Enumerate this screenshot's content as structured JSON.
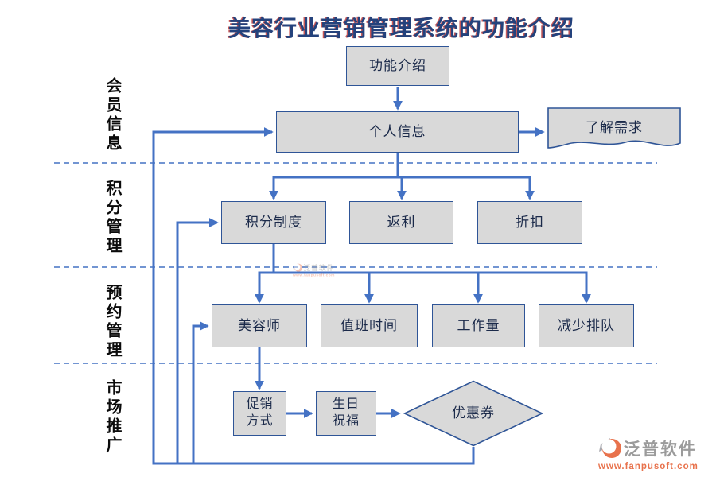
{
  "title": "美容行业营销管理系统的功能介绍",
  "sections": [
    {
      "id": "member-info",
      "label": "会员信息"
    },
    {
      "id": "points-management",
      "label": "积分管理"
    },
    {
      "id": "booking-management",
      "label": "预约管理"
    },
    {
      "id": "marketing",
      "label": "市场推广"
    }
  ],
  "nodes": {
    "intro": {
      "label": "功能介绍",
      "shape": "rect"
    },
    "personal": {
      "label": "个人信息",
      "shape": "rect"
    },
    "needs": {
      "label": "了解需求",
      "shape": "document"
    },
    "points": {
      "label": "积分制度",
      "shape": "rect"
    },
    "rebate": {
      "label": "返利",
      "shape": "rect"
    },
    "discount": {
      "label": "折扣",
      "shape": "rect"
    },
    "beautician": {
      "label": "美容师",
      "shape": "rect"
    },
    "duty": {
      "label": "值班时间",
      "shape": "rect"
    },
    "workload": {
      "label": "工作量",
      "shape": "rect"
    },
    "queue": {
      "label": "减少排队",
      "shape": "rect"
    },
    "promo": {
      "label": "促销方式",
      "shape": "rect"
    },
    "birthday": {
      "label": "生日祝福",
      "shape": "rect"
    },
    "coupon": {
      "label": "优惠券",
      "shape": "diamond"
    }
  },
  "watermark": {
    "brand": "泛普软件",
    "url": "www.fanpusoft.com"
  },
  "colors": {
    "connector": "#4472C4",
    "box_fill": "#D9D9D9",
    "box_border": "#2F5597",
    "title_color": "#24427C",
    "title_shadow": "#B42020",
    "watermark_gray": "#9B9B9B",
    "watermark_orange": "#E8724C",
    "section_label_color": "#0B0B0B"
  }
}
